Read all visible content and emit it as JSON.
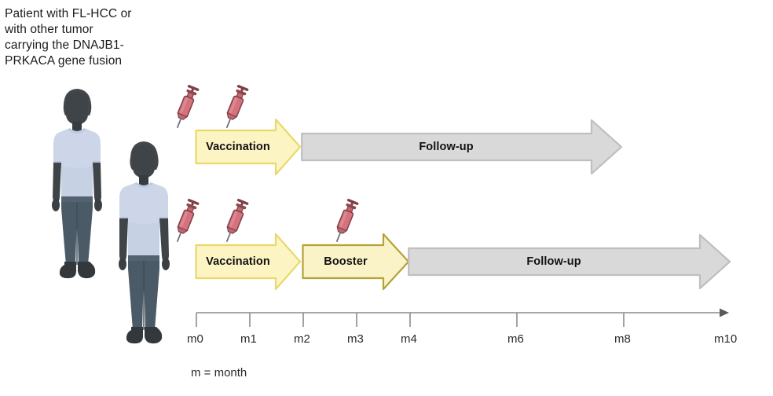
{
  "caption": {
    "text": "Patient with FL-HCC or\nwith other tumor\ncarrying the DNAJB1-\nPRKACA gene fusion"
  },
  "figures": [
    {
      "name": "patient-figure-1"
    },
    {
      "name": "patient-figure-2"
    }
  ],
  "cohorts": [
    {
      "id": "cohort-1",
      "syringes": 2,
      "phases": [
        {
          "label": "Vaccination",
          "type": "vaccination",
          "color": "#fdf4c4",
          "border": "#e8d96a"
        },
        {
          "label": "Follow-up",
          "type": "follow-up",
          "color": "#d9d9d9",
          "border": "#bfbfbf"
        }
      ]
    },
    {
      "id": "cohort-2",
      "syringes": 3,
      "phases": [
        {
          "label": "Vaccination",
          "type": "vaccination",
          "color": "#fdf4c4",
          "border": "#e8d96a"
        },
        {
          "label": "Booster",
          "type": "booster",
          "color": "#fbf3c8",
          "border": "#b3a238"
        },
        {
          "label": "Follow-up",
          "type": "follow-up",
          "color": "#d9d9d9",
          "border": "#bfbfbf"
        }
      ]
    }
  ],
  "timeline": {
    "ticks": [
      {
        "label": "m0",
        "month": 0
      },
      {
        "label": "m1",
        "month": 1
      },
      {
        "label": "m2",
        "month": 2
      },
      {
        "label": "m3",
        "month": 3
      },
      {
        "label": "m4",
        "month": 4
      },
      {
        "label": "m6",
        "month": 6
      },
      {
        "label": "m8",
        "month": 8
      },
      {
        "label": "m10",
        "month": 10
      }
    ],
    "axis_color": "#8c8c8c",
    "legend": "m = month"
  },
  "colors": {
    "vaccination_fill": "#fdf4c4",
    "vaccination_border": "#e8d96a",
    "booster_border": "#b3a238",
    "followup_fill": "#d9d9d9",
    "followup_border": "#bfbfbf",
    "syringe_body": "#d4737e",
    "syringe_outline": "#7e3f46",
    "shirt": "#ccd6e8",
    "jeans": "#4a5a66",
    "skin": "#3f4449"
  },
  "icons": {
    "syringe": "syringe-icon",
    "person": "person-icon",
    "axis_arrow": "arrow-right-icon"
  }
}
